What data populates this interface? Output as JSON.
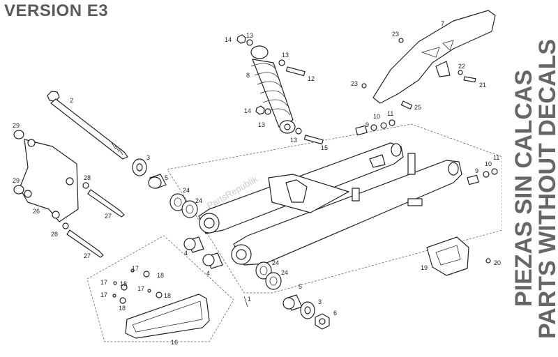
{
  "title": "VERSION E3",
  "side_text_1": "PIEZAS SIN CALCAS",
  "side_text_2": "PARTS WITHOUT DECALS",
  "watermark": "PartsRepublik",
  "callouts": {
    "c1": "1",
    "c2": "2",
    "c3a": "3",
    "c3b": "3",
    "c4a": "4",
    "c4b": "4",
    "c5a": "5",
    "c5b": "5",
    "c6": "6",
    "c7": "7",
    "c8": "8",
    "c9a": "9",
    "c9b": "9",
    "c10a": "10",
    "c10b": "10",
    "c11a": "11",
    "c11b": "11",
    "c12": "12",
    "c13a": "13",
    "c13b": "13",
    "c13c": "13",
    "c13d": "13",
    "c14a": "14",
    "c14b": "14",
    "c15": "15",
    "c16": "16",
    "c17a": "17",
    "c17b": "17",
    "c17c": "17",
    "c17d": "17",
    "c18a": "18",
    "c18b": "18",
    "c18c": "18",
    "c18d": "18",
    "c19": "19",
    "c20": "20",
    "c21": "21",
    "c22": "22",
    "c23a": "23",
    "c23b": "23",
    "c24a": "24",
    "c24b": "24",
    "c24c": "24",
    "c24d": "24",
    "c25": "25",
    "c26": "26",
    "c27a": "27",
    "c27b": "27",
    "c28a": "28",
    "c28b": "28",
    "c29a": "29",
    "c29b": "29"
  }
}
